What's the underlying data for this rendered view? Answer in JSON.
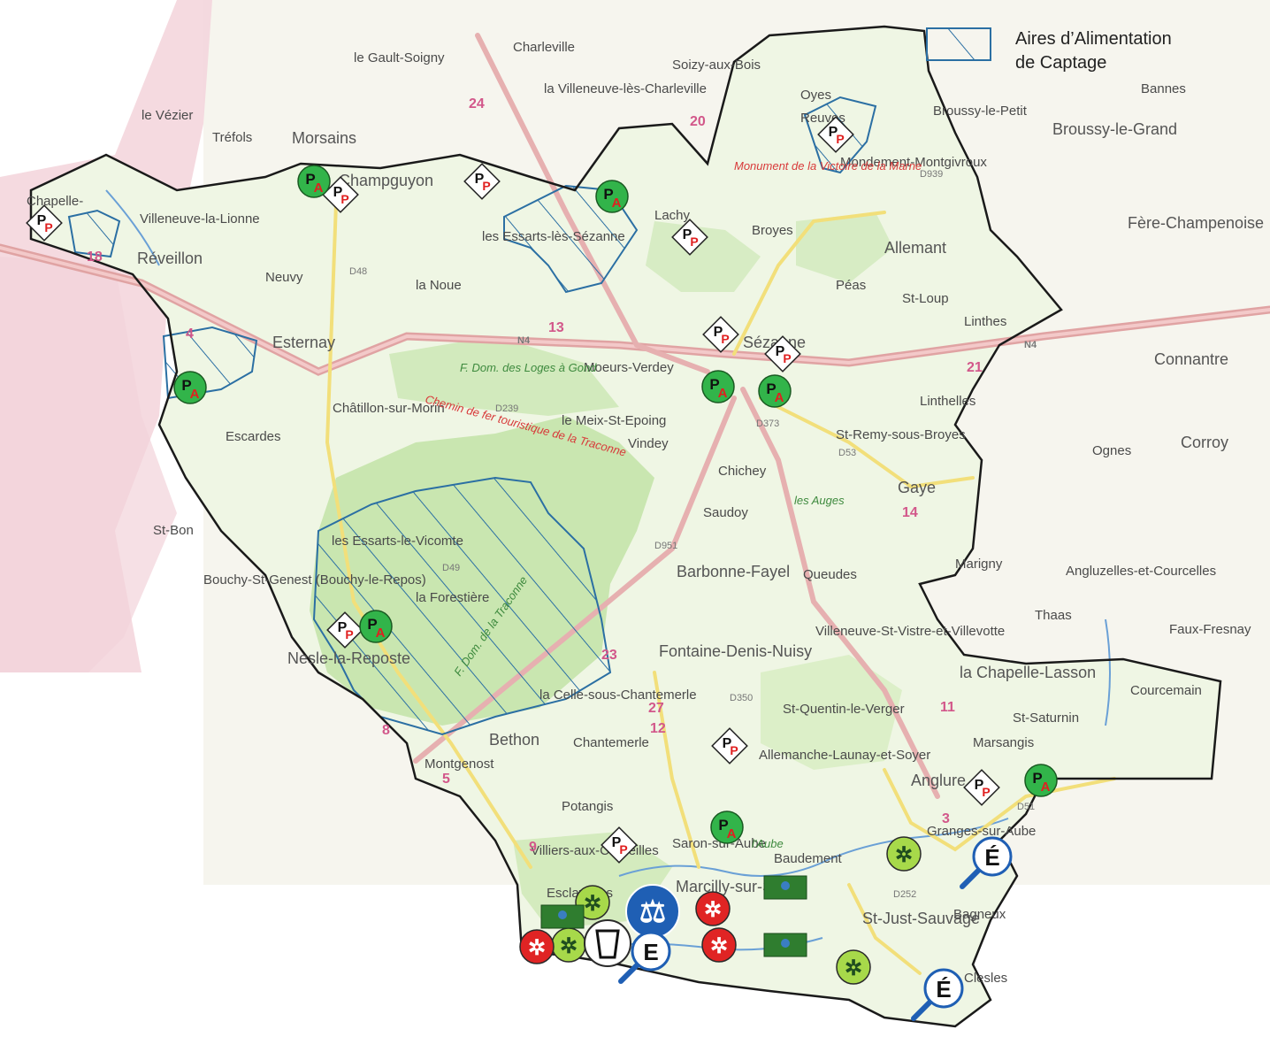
{
  "legend": {
    "line1": "Aires d’Alimentation",
    "line2": "de Captage",
    "hatch_color": "#2b6fa3"
  },
  "colors": {
    "border": "#1a1a1a",
    "forest": "#c9e6b0",
    "water": "#3a7ec2",
    "road_main": "#e0a3a3",
    "road_sec": "#f2df7a",
    "pink_zone": "#f4d6dd",
    "aac_outline": "#2b6fa3"
  },
  "towns": [
    {
      "id": "le-vezier",
      "text": "le Vézier"
    },
    {
      "id": "trefols",
      "text": "Tréfols"
    },
    {
      "id": "morsains",
      "text": "Morsains"
    },
    {
      "id": "le-gault-soigny",
      "text": "le Gault-Soigny"
    },
    {
      "id": "charleville",
      "text": "Charleville"
    },
    {
      "id": "la-villeneuve",
      "text": "la Villeneuve-lès-Charleville"
    },
    {
      "id": "soizy",
      "text": "Soizy-aux-Bois"
    },
    {
      "id": "oyes",
      "text": "Oyes"
    },
    {
      "id": "reuves",
      "text": "Reuves"
    },
    {
      "id": "broussy-le-petit",
      "text": "Broussy-le-Petit"
    },
    {
      "id": "broussy-le-grand",
      "text": "Broussy-le-Grand"
    },
    {
      "id": "bannes",
      "text": "Bannes"
    },
    {
      "id": "mondement",
      "text": "Mondement-Montgivroux"
    },
    {
      "id": "la-chapelle-lasson-nw",
      "text": "Chapelle-"
    },
    {
      "id": "villeneuve-lionne",
      "text": "Villeneuve-la-Lionne"
    },
    {
      "id": "reveillon",
      "text": "Réveillon"
    },
    {
      "id": "champguyon",
      "text": "Champguyon"
    },
    {
      "id": "les-essarts-sezanne",
      "text": "les Essarts-lès-Sézanne"
    },
    {
      "id": "lachy",
      "text": "Lachy"
    },
    {
      "id": "broyes",
      "text": "Broyes"
    },
    {
      "id": "allemant",
      "text": "Allemant"
    },
    {
      "id": "fere-champenoise",
      "text": "Fère-Champenoise"
    },
    {
      "id": "neuvy",
      "text": "Neuvy"
    },
    {
      "id": "la-noue",
      "text": "la Noue"
    },
    {
      "id": "peas",
      "text": "Péas"
    },
    {
      "id": "st-loup",
      "text": "St-Loup"
    },
    {
      "id": "linthes",
      "text": "Linthes"
    },
    {
      "id": "esternay",
      "text": "Esternay"
    },
    {
      "id": "sezanne",
      "text": "Sézanne"
    },
    {
      "id": "connantre",
      "text": "Connantre"
    },
    {
      "id": "moeurs-verdey",
      "text": "Moeurs-Verdey"
    },
    {
      "id": "linthelles",
      "text": "Linthelles"
    },
    {
      "id": "chatillon",
      "text": "Châtillon-sur-Morin"
    },
    {
      "id": "le-meix",
      "text": "le Meix-St-Epoing"
    },
    {
      "id": "st-remy",
      "text": "St-Remy-sous-Broyes"
    },
    {
      "id": "escardes",
      "text": "Escardes"
    },
    {
      "id": "vindey",
      "text": "Vindey"
    },
    {
      "id": "corroy",
      "text": "Corroy"
    },
    {
      "id": "ognes",
      "text": "Ognes"
    },
    {
      "id": "chichey",
      "text": "Chichey"
    },
    {
      "id": "gaye",
      "text": "Gaye"
    },
    {
      "id": "saudoy",
      "text": "Saudoy"
    },
    {
      "id": "st-bon",
      "text": "St-Bon"
    },
    {
      "id": "essarts-vicomte",
      "text": "les Essarts-le-Vicomte"
    },
    {
      "id": "marigny",
      "text": "Marigny"
    },
    {
      "id": "bouchy",
      "text": "Bouchy-St-Genest (Bouchy-le-Repos)"
    },
    {
      "id": "barbonne",
      "text": "Barbonne-Fayel"
    },
    {
      "id": "queudes",
      "text": "Queudes"
    },
    {
      "id": "la-forestiere",
      "text": "la Forestière"
    },
    {
      "id": "anglure-courcelles",
      "text": "Angluzelles-et-Courcelles"
    },
    {
      "id": "thaas",
      "text": "Thaas"
    },
    {
      "id": "faux-fresnay",
      "text": "Faux-Fresnay"
    },
    {
      "id": "villeneuve-st-vistre",
      "text": "Villeneuve-St-Vistre-et-Villevotte"
    },
    {
      "id": "nesle",
      "text": "Nesle-la-Reposte"
    },
    {
      "id": "fontaine-denis",
      "text": "Fontaine-Denis-Nuisy"
    },
    {
      "id": "la-chapelle-lasson",
      "text": "la Chapelle-Lasson"
    },
    {
      "id": "courcemain",
      "text": "Courcemain"
    },
    {
      "id": "st-saturnin",
      "text": "St-Saturnin"
    },
    {
      "id": "la-celle",
      "text": "la Celle-sous-Chantemerle"
    },
    {
      "id": "st-quentin",
      "text": "St-Quentin-le-Verger"
    },
    {
      "id": "bethon",
      "text": "Bethon"
    },
    {
      "id": "chantemerle",
      "text": "Chantemerle"
    },
    {
      "id": "marsangis",
      "text": "Marsangis"
    },
    {
      "id": "allemanche",
      "text": "Allemanche-Launay-et-Soyer"
    },
    {
      "id": "montgenost",
      "text": "Montgenost"
    },
    {
      "id": "anglure",
      "text": "Anglure"
    },
    {
      "id": "potangis",
      "text": "Potangis"
    },
    {
      "id": "granges",
      "text": "Granges-sur-Aube"
    },
    {
      "id": "villiers",
      "text": "Villiers-aux-Corneilles"
    },
    {
      "id": "saron",
      "text": "Saron-sur-Aube"
    },
    {
      "id": "baudement",
      "text": "Baudement"
    },
    {
      "id": "marcilly",
      "text": "Marcilly-sur-Seine"
    },
    {
      "id": "st-just",
      "text": "St-Just-Sauvage"
    },
    {
      "id": "bagneux",
      "text": "Bagneux"
    },
    {
      "id": "esclavolles",
      "text": "Esclavolles"
    },
    {
      "id": "clesles",
      "text": "Clesles"
    }
  ],
  "nature_labels": {
    "fdom_loges": "F. Dom. des Loges à Gond",
    "fdom_traconne": "F. Dom. de la Traconne",
    "monument": "Monument de la Victoire de la Marne",
    "chemin": "Chemin de fer touristique de la Traconne",
    "aube": "l'Aube",
    "les_auges": "les Auges"
  },
  "roads": {
    "n4a": "N4",
    "n4b": "N4",
    "d48": "D48",
    "d373": "D373",
    "d951": "D951",
    "d939": "D939",
    "d51": "D51",
    "d53": "D53",
    "d239": "D239",
    "d49": "D49",
    "d350": "D350",
    "d252": "D252"
  },
  "cantons": [
    "24",
    "20",
    "18",
    "13",
    "21",
    "14",
    "27",
    "23",
    "12",
    "8",
    "5",
    "3",
    "9",
    "11",
    "4"
  ],
  "markers": {
    "pp": "P",
    "pa_top": "P",
    "pa_sub": "A",
    "e_label": "É",
    "e_label2": "E"
  }
}
